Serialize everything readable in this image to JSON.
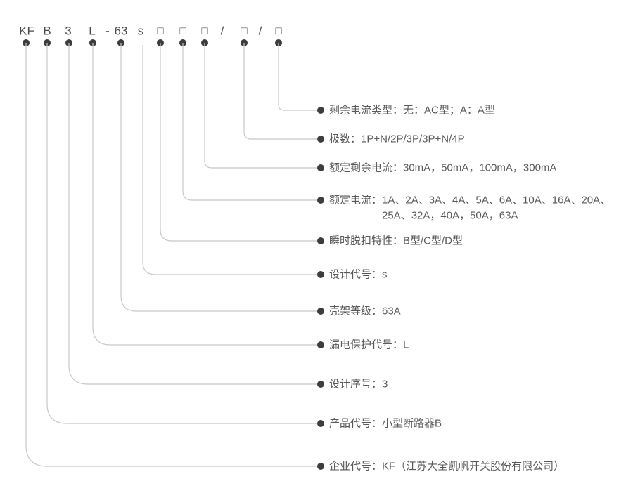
{
  "model_code": {
    "parts": [
      "KF",
      "B",
      "3",
      "L",
      "-",
      "63",
      "s",
      "□",
      "□",
      "□",
      "/",
      "□",
      "/",
      "□"
    ]
  },
  "callouts": [
    {
      "field": "residual-current-type",
      "text": "剩余电流类型：无：AC型；A：A型"
    },
    {
      "field": "poles",
      "text": "极数：1P+N/2P/3P/3P+N/4P"
    },
    {
      "field": "rated-residual-current",
      "text": "额定剩余电流：30mA，50mA，100mA，300mA"
    },
    {
      "field": "rated-current",
      "text": "额定电流：1A、2A、3A、4A、5A、6A、10A、16A、20A、",
      "text_line2": "25A、32A，40A，50A，63A"
    },
    {
      "field": "instantaneous-trip-characteristic",
      "text": "瞬时脱扣特性：B型/C型/D型"
    },
    {
      "field": "design-code",
      "text": "设计代号：s"
    },
    {
      "field": "frame-rating",
      "text": "壳架等级：63A"
    },
    {
      "field": "leakage-protection-code",
      "text": "漏电保护代号：L"
    },
    {
      "field": "design-serial-number",
      "text": "设计序号：3"
    },
    {
      "field": "product-code",
      "text": "产品代号：小型断路器B"
    },
    {
      "field": "enterprise-code",
      "text": "企业代号：KF（江苏大全凯帆开关股份有限公司）"
    }
  ],
  "colors": {
    "connector_line": "#c8c8c8",
    "dot": "#3d3d3d",
    "label_text": "#595959",
    "code_text": "#4a4a4a"
  }
}
